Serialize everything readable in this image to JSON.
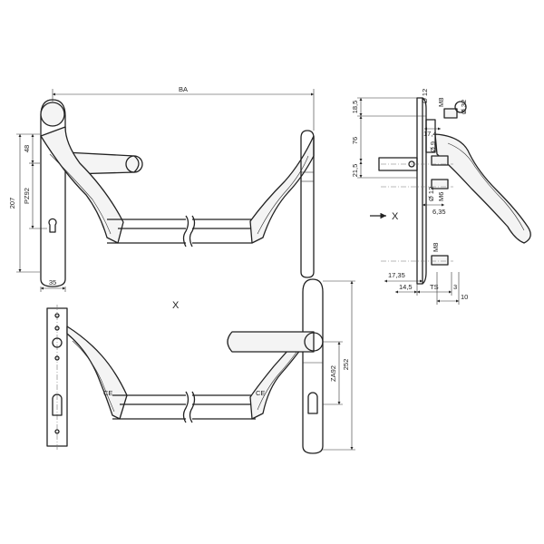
{
  "labels": {
    "view_x": "X",
    "ce": "CE"
  },
  "dims": {
    "ba": "BA",
    "d207": "207",
    "d48": "48",
    "pz92": "PZ92",
    "d35": "35",
    "d18_5": "18,5",
    "d76": "76",
    "d21_5": "21,5",
    "dia12": "Ø 12",
    "m8": "M8",
    "dia32": "Ø 32",
    "d17_4": "17,4",
    "dia9": "Ø 9",
    "m6": "M6",
    "d6_35": "6,35",
    "d17_35": "17,35",
    "d14_5": "14,5",
    "ts": "TS",
    "d3": "3",
    "d10": "10",
    "d252": "252",
    "za92": "ZA92"
  }
}
